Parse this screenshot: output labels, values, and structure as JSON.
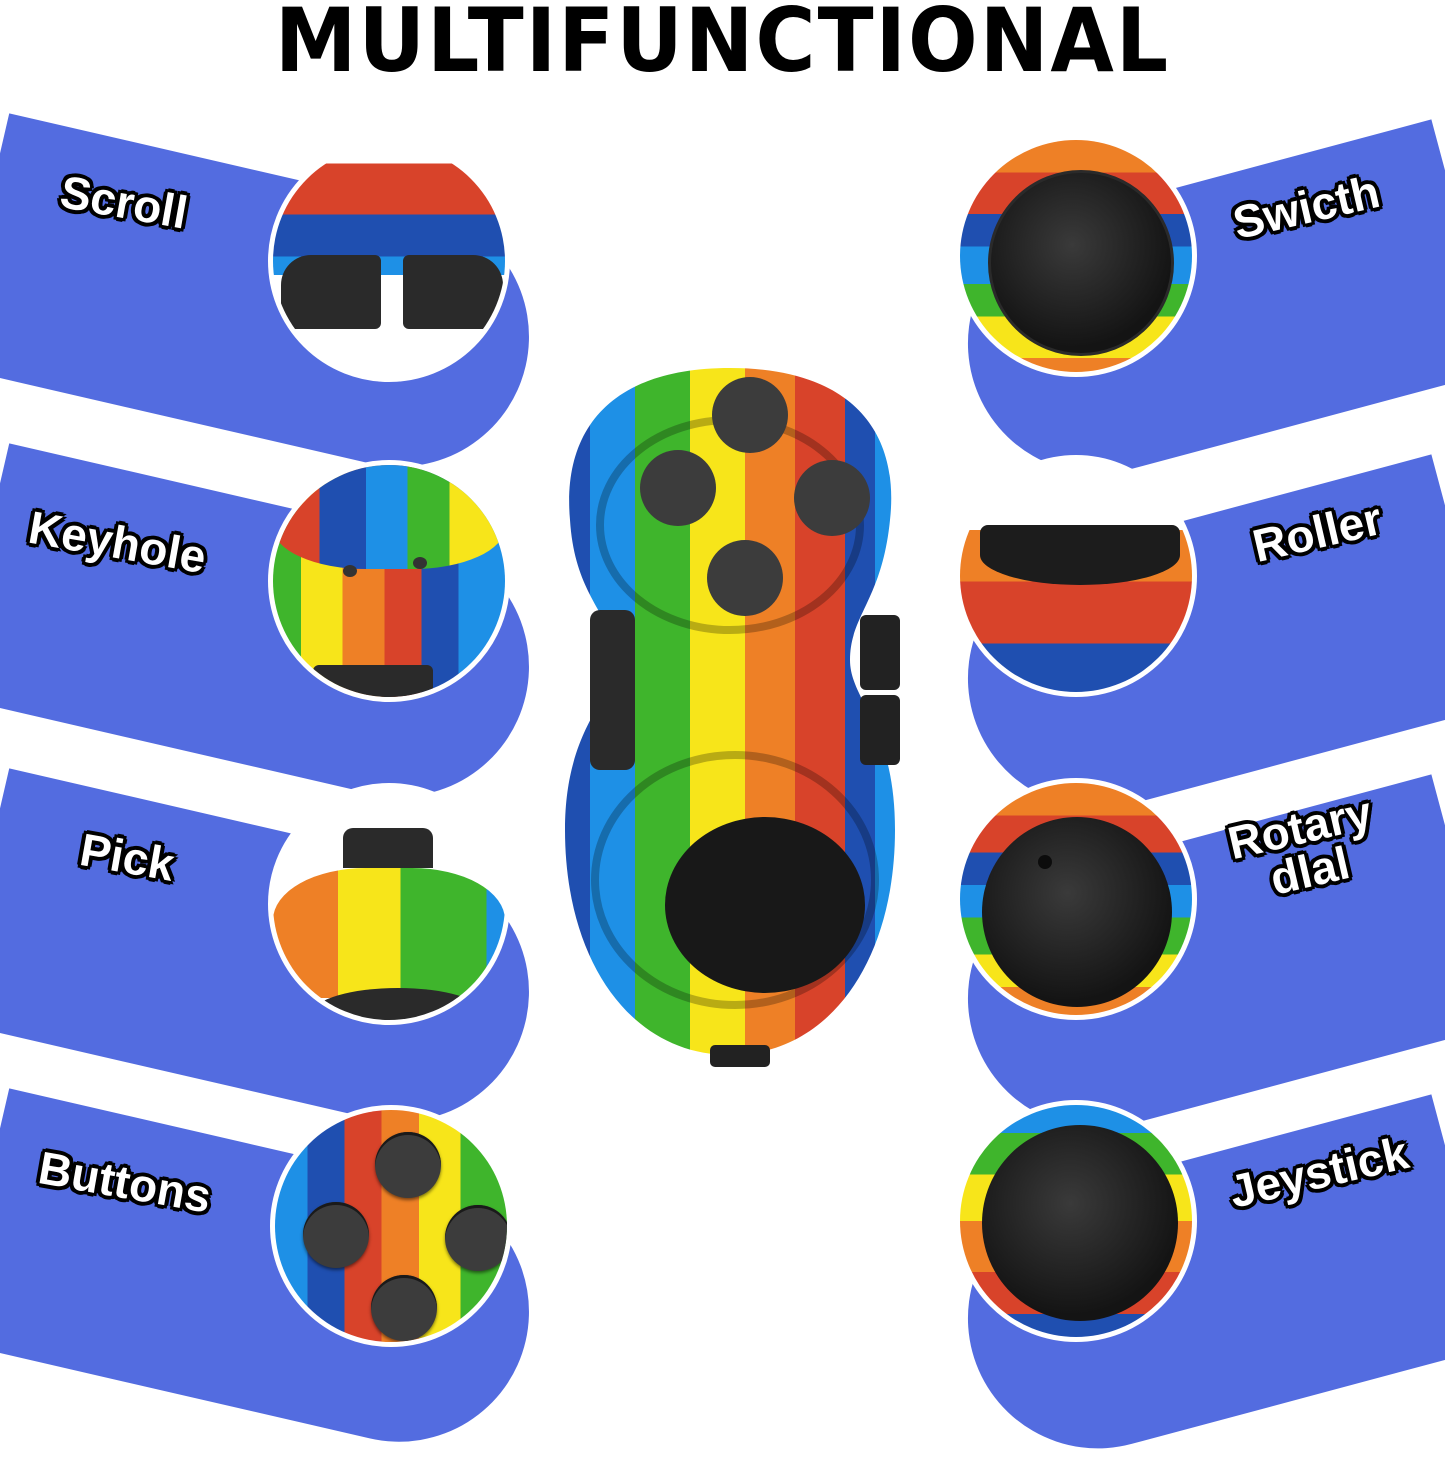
{
  "title": "MULTIFUNCTIONAL",
  "colors": {
    "band": "#536ce0",
    "background": "#ffffff",
    "label_fill": "#ffffff",
    "label_stroke": "#000000",
    "rainbow": [
      "#1f4fb0",
      "#1e90e6",
      "#3fb52c",
      "#f7e51a",
      "#ee8026",
      "#d8432a"
    ]
  },
  "left_features": [
    {
      "label": "Scroll",
      "icon": "scroll-wheel"
    },
    {
      "label": "Keyhole",
      "icon": "keyhole"
    },
    {
      "label": "Pick",
      "icon": "pick-button"
    },
    {
      "label": "Buttons",
      "icon": "four-buttons"
    }
  ],
  "right_features": [
    {
      "label": "Swicth",
      "icon": "switch-button"
    },
    {
      "label": "Roller",
      "icon": "roller"
    },
    {
      "label": "Rotary",
      "label2": "dlal",
      "icon": "rotary-dial"
    },
    {
      "label": "Jeystick",
      "icon": "joystick"
    }
  ],
  "product": {
    "name": "rainbow fidget controller"
  }
}
